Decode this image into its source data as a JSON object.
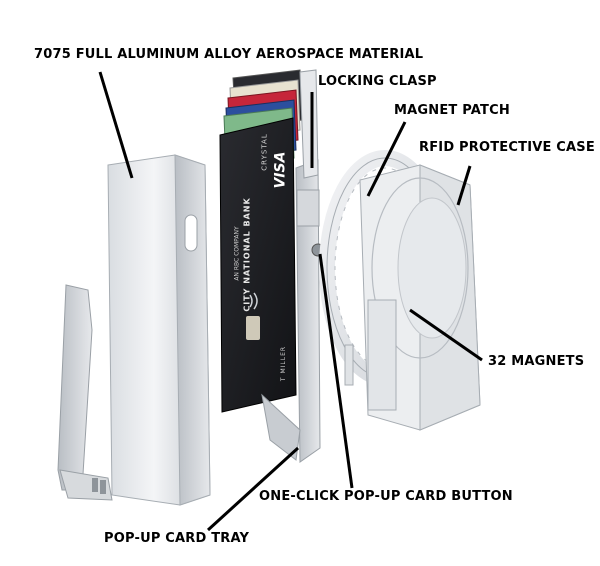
{
  "labels": {
    "material": "7075 FULL ALUMINUM ALLOY AEROSPACE MATERIAL",
    "clasp": "LOCKING CLASP",
    "magnet_patch": "MAGNET PATCH",
    "rfid": "RFID PROTECTIVE CASE",
    "magnets": "32 MAGNETS",
    "button": "ONE-CLICK POP-UP CARD BUTTON",
    "tray": "POP-UP CARD TRAY"
  },
  "card": {
    "bank": "CITY NATIONAL BANK",
    "subtitle": "AN RBC COMPANY",
    "network": "VISA",
    "tier": "CRYSTAL",
    "holder": "T MILLER"
  },
  "colors": {
    "aluminum_light": "#eef0f2",
    "aluminum_mid": "#cfd3d8",
    "aluminum_dark": "#9aa0a6",
    "card_black": "#1c1d21",
    "card_red": "#c6263a",
    "card_blue": "#2c4f9e",
    "card_green": "#7fb98a"
  }
}
